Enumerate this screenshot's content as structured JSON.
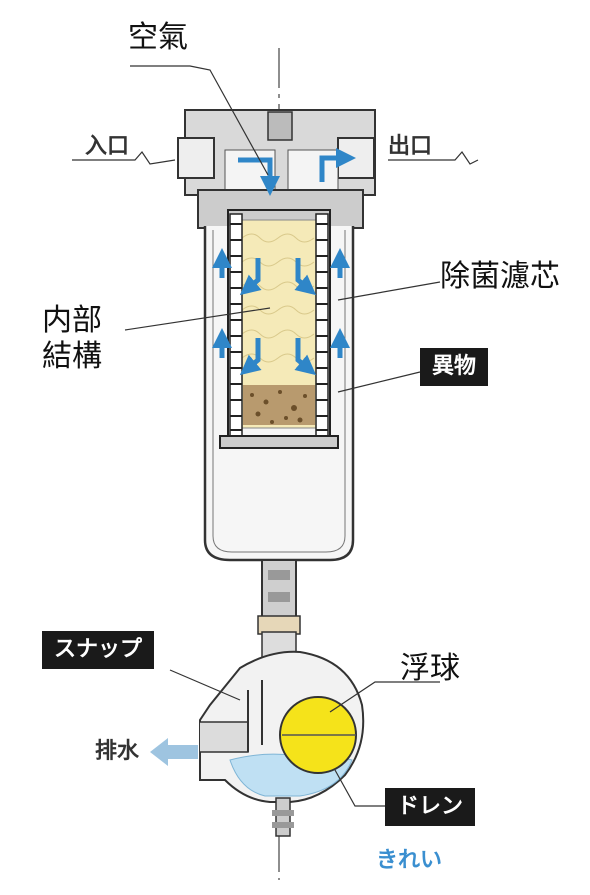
{
  "labels": {
    "air": "空氣",
    "inlet": "入口",
    "outlet": "出口",
    "filter_element": "除菌濾芯",
    "internal_structure_line1": "内部",
    "internal_structure_line2": "結構",
    "foreign_matter": "異物",
    "snap": "スナップ",
    "float_ball": "浮球",
    "discharge": "排水",
    "drain": "ドレン",
    "clean": "きれい"
  },
  "colors": {
    "flow_arrow": "#2f86c8",
    "element_fill": "#f5eab8",
    "float_ball": "#f5e31a",
    "drain_water": "#bfe0f3",
    "housing_stroke": "#333333",
    "tag_background": "#1a1a1a",
    "clean_text": "#3a8fd0"
  }
}
